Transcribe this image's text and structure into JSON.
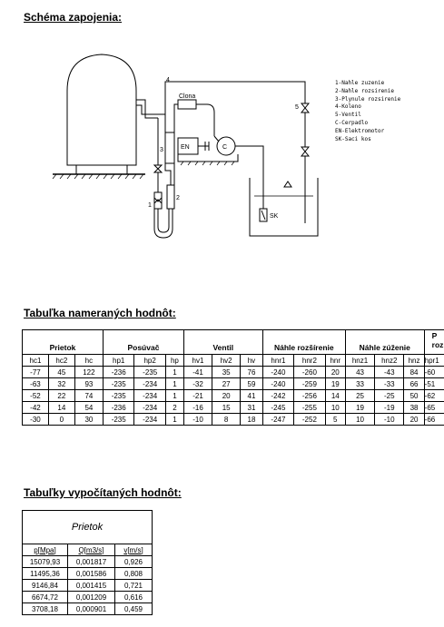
{
  "schema_heading": "Schéma zapojenia:",
  "diagram": {
    "labels": {
      "clona": "Clona",
      "en": "EN",
      "c": "C",
      "n1": "1",
      "n2": "2",
      "n3": "3",
      "n4": "4",
      "n5": "5",
      "sk": "SK"
    },
    "legend": [
      "1-Nahle zuzenie",
      "2-Nahle rozsirenie",
      "3-Plynule rozsirenie",
      "4-Koleno",
      "5-Ventil",
      "C-Cerpadlo",
      "EN-Elektromotor",
      "SK-Saci kos"
    ]
  },
  "measured": {
    "heading": "Tabuľka nameraných hodnôt:",
    "groups": [
      "Prietok",
      "Posúvač",
      "Ventil",
      "Náhle rozšírenie",
      "Náhle zúženie",
      "P",
      "roz"
    ],
    "columns": [
      "hc1",
      "hc2",
      "hc",
      "hp1",
      "hp2",
      "hp",
      "hv1",
      "hv2",
      "hv",
      "hnr1",
      "hnr2",
      "hnr",
      "hnz1",
      "hnz2",
      "hnz",
      "hpr1"
    ],
    "rows": [
      [
        "-77",
        "45",
        "122",
        "-236",
        "-235",
        "1",
        "-41",
        "35",
        "76",
        "-240",
        "-260",
        "20",
        "43",
        "-43",
        "84",
        "-60"
      ],
      [
        "-63",
        "32",
        "93",
        "-235",
        "-234",
        "1",
        "-32",
        "27",
        "59",
        "-240",
        "-259",
        "19",
        "33",
        "-33",
        "66",
        "-51"
      ],
      [
        "-52",
        "22",
        "74",
        "-235",
        "-234",
        "1",
        "-21",
        "20",
        "41",
        "-242",
        "-256",
        "14",
        "25",
        "-25",
        "50",
        "-62"
      ],
      [
        "-42",
        "14",
        "54",
        "-236",
        "-234",
        "2",
        "-16",
        "15",
        "31",
        "-245",
        "-255",
        "10",
        "19",
        "-19",
        "38",
        "-65"
      ],
      [
        "-30",
        "0",
        "30",
        "-235",
        "-234",
        "1",
        "-10",
        "8",
        "18",
        "-247",
        "-252",
        "5",
        "10",
        "-10",
        "20",
        "-66"
      ]
    ]
  },
  "computed": {
    "heading": "Tabuľky vypočítaných  hodnôt:",
    "title": "Prietok",
    "columns": [
      "p[Mpa]",
      "Q[m3/s]",
      "v[m/s]"
    ],
    "rows": [
      [
        "15079,93",
        "0,001817",
        "0,926"
      ],
      [
        "11495,36",
        "0,001586",
        "0,808"
      ],
      [
        "9146,84",
        "0,001415",
        "0,721"
      ],
      [
        "6674,72",
        "0,001209",
        "0,616"
      ],
      [
        "3708,18",
        "0,000901",
        "0,459"
      ]
    ]
  }
}
